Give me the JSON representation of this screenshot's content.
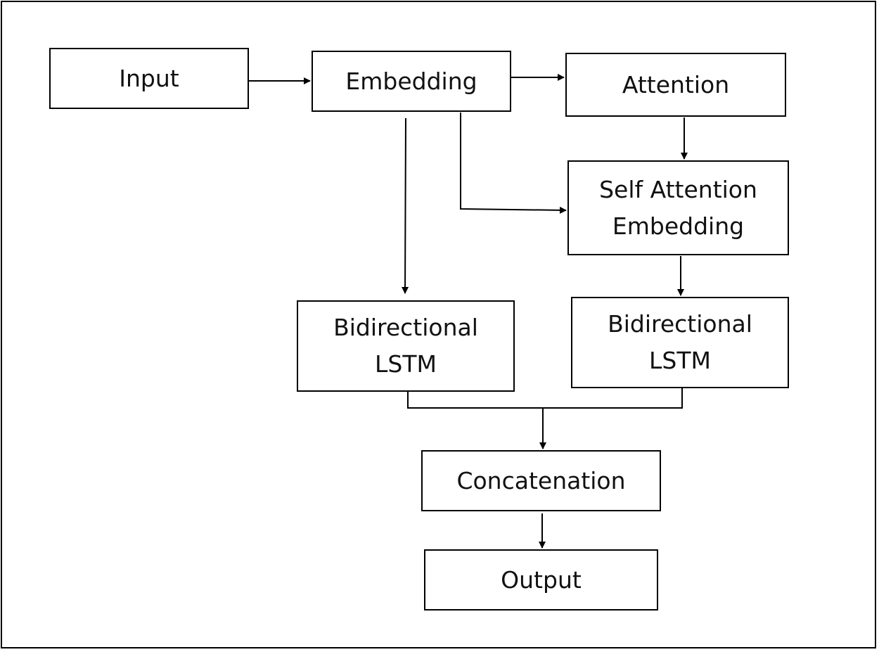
{
  "nodes": {
    "input": "Input",
    "embedding": "Embedding",
    "attention": "Attention",
    "self_attention": [
      "Self Attention",
      "Embedding"
    ],
    "bilstm_left": [
      "Bidirectional",
      "LSTM"
    ],
    "bilstm_right": [
      "Bidirectional",
      "LSTM"
    ],
    "concatenation": "Concatenation",
    "output": "Output"
  },
  "edges": [
    [
      "input",
      "embedding"
    ],
    [
      "embedding",
      "attention"
    ],
    [
      "embedding",
      "bilstm_left"
    ],
    [
      "embedding",
      "self_attention"
    ],
    [
      "attention",
      "self_attention"
    ],
    [
      "self_attention",
      "bilstm_right"
    ],
    [
      "bilstm_left",
      "concatenation"
    ],
    [
      "bilstm_right",
      "concatenation"
    ],
    [
      "concatenation",
      "output"
    ]
  ],
  "colors": {
    "stroke": "#000000",
    "background": "#ffffff"
  }
}
